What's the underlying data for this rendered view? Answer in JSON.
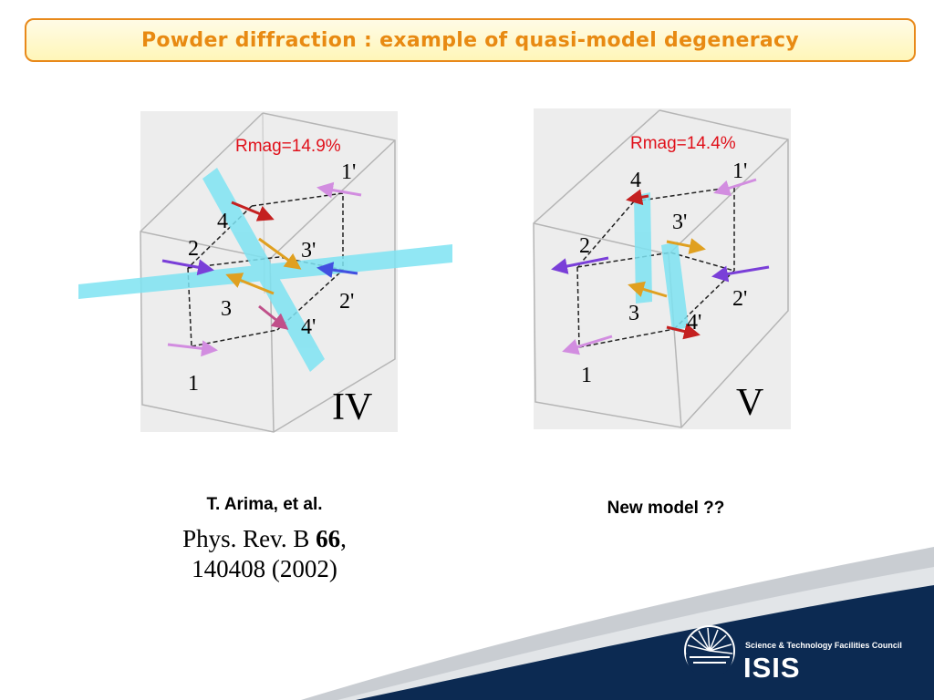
{
  "title": "Powder diffraction : example of quasi-model degeneracy",
  "left_model": {
    "rmag": "Rmag=14.9%",
    "label": "IV",
    "sites": [
      "1",
      "2",
      "3",
      "4",
      "1'",
      "2'",
      "3'",
      "4'"
    ]
  },
  "right_model": {
    "rmag": "Rmag=14.4%",
    "label": "V",
    "sites": [
      "1",
      "2",
      "3",
      "4",
      "1'",
      "2'",
      "3'",
      "4'"
    ]
  },
  "reference": {
    "author": "T. Arima, et al.",
    "journal": "Phys. Rev. B ",
    "volume": "66",
    "after_volume": ",",
    "pages_year": "140408 (2002)"
  },
  "new_model_caption": "New model ??",
  "footer": {
    "organisation": "Science & Technology Facilities Council",
    "facility": "ISIS"
  },
  "colors": {
    "title": "#e88a12",
    "title_border": "#e8891a",
    "rmag": "#e0101a",
    "highlight": "#7ee3f2",
    "footer_navy": "#0c2a52"
  }
}
